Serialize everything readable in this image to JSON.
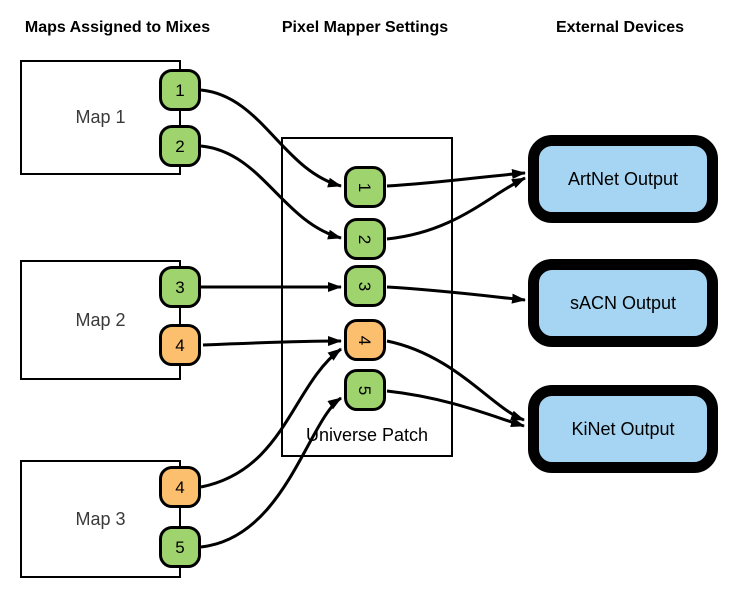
{
  "titles": {
    "left": "Maps Assigned to Mixes",
    "middle": "Pixel Mapper Settings",
    "right": "External Devices"
  },
  "maps": [
    {
      "label": "Map 1",
      "ports": [
        {
          "num": "1",
          "color": "green"
        },
        {
          "num": "2",
          "color": "green"
        }
      ]
    },
    {
      "label": "Map 2",
      "ports": [
        {
          "num": "3",
          "color": "green"
        },
        {
          "num": "4",
          "color": "orange"
        }
      ]
    },
    {
      "label": "Map 3",
      "ports": [
        {
          "num": "4",
          "color": "orange"
        },
        {
          "num": "5",
          "color": "green"
        }
      ]
    }
  ],
  "patch": {
    "label": "Universe Patch",
    "ports": [
      {
        "num": "1",
        "color": "green"
      },
      {
        "num": "2",
        "color": "green"
      },
      {
        "num": "3",
        "color": "green"
      },
      {
        "num": "4",
        "color": "orange"
      },
      {
        "num": "5",
        "color": "green"
      }
    ]
  },
  "devices": [
    {
      "label": "ArtNet Output"
    },
    {
      "label": "sACN Output"
    },
    {
      "label": "KiNet Output"
    }
  ],
  "connections": [
    {
      "from": "Map 1 port 1",
      "to": "Universe Patch 1"
    },
    {
      "from": "Map 1 port 2",
      "to": "Universe Patch 2"
    },
    {
      "from": "Map 2 port 3",
      "to": "Universe Patch 3"
    },
    {
      "from": "Map 2 port 4",
      "to": "Universe Patch 4"
    },
    {
      "from": "Map 3 port 4",
      "to": "Universe Patch 4"
    },
    {
      "from": "Map 3 port 5",
      "to": "Universe Patch 5"
    },
    {
      "from": "Universe Patch 1",
      "to": "ArtNet Output"
    },
    {
      "from": "Universe Patch 2",
      "to": "ArtNet Output"
    },
    {
      "from": "Universe Patch 3",
      "to": "sACN Output"
    },
    {
      "from": "Universe Patch 4",
      "to": "KiNet Output"
    },
    {
      "from": "Universe Patch 5",
      "to": "KiNet Output"
    }
  ],
  "colors": {
    "port_green": "#9ed36e",
    "port_orange": "#fbbf6d",
    "device_blue": "#a5d5f2",
    "stroke": "#000000"
  }
}
